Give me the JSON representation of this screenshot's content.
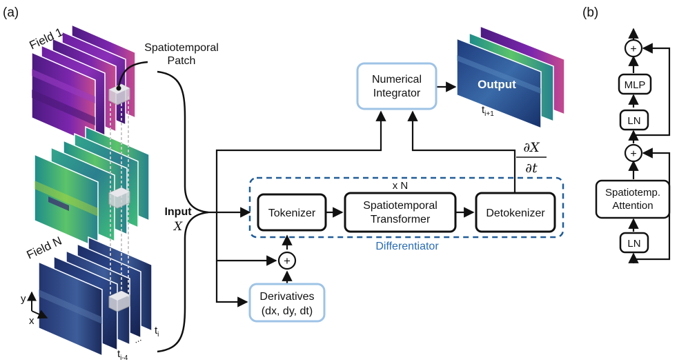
{
  "panel_a_label": "(a)",
  "panel_b_label": "(b)",
  "field1_label": "Field 1",
  "fieldN_label": "Field N",
  "patch_label_line1": "Spatiotemporal",
  "patch_label_line2": "Patch",
  "axis_y": "y",
  "axis_x": "x",
  "time_ti": "t",
  "time_ti_sub": "i",
  "time_ti4": "t",
  "time_ti4_sub": "i-4",
  "dots": "...",
  "input_label": "Input",
  "input_symbol": "X",
  "integrator_line1": "Numerical",
  "integrator_line2": "Integrator",
  "output_label": "Output",
  "output_time": "t",
  "output_time_sub": "i+1",
  "deriv_num": "∂X",
  "deriv_den": "∂t",
  "repeat_label": "x N",
  "tokenizer": "Tokenizer",
  "transformer_line1": "Spatiotemporal",
  "transformer_line2": "Transformer",
  "detokenizer": "Detokenizer",
  "differentiator": "Differentiator",
  "concat_symbol": "+",
  "derivatives_line1": "Derivatives",
  "derivatives_line2": "(dx, dy, dt)",
  "b_plus": "+",
  "b_mlp": "MLP",
  "b_ln_top": "LN",
  "b_attention_line1": "Spatiotemp.",
  "b_attention_line2": "Attention",
  "b_ln_bottom": "LN",
  "colors": {
    "box_border_light": "#9ec3e6",
    "dashed_border": "#1f5c99",
    "differentiator_text": "#2a6cb5",
    "field1": "#5b1f8f",
    "field2": "#2e9f8b",
    "fieldN": "#1d2f6b",
    "output": "#1f3a7a"
  }
}
